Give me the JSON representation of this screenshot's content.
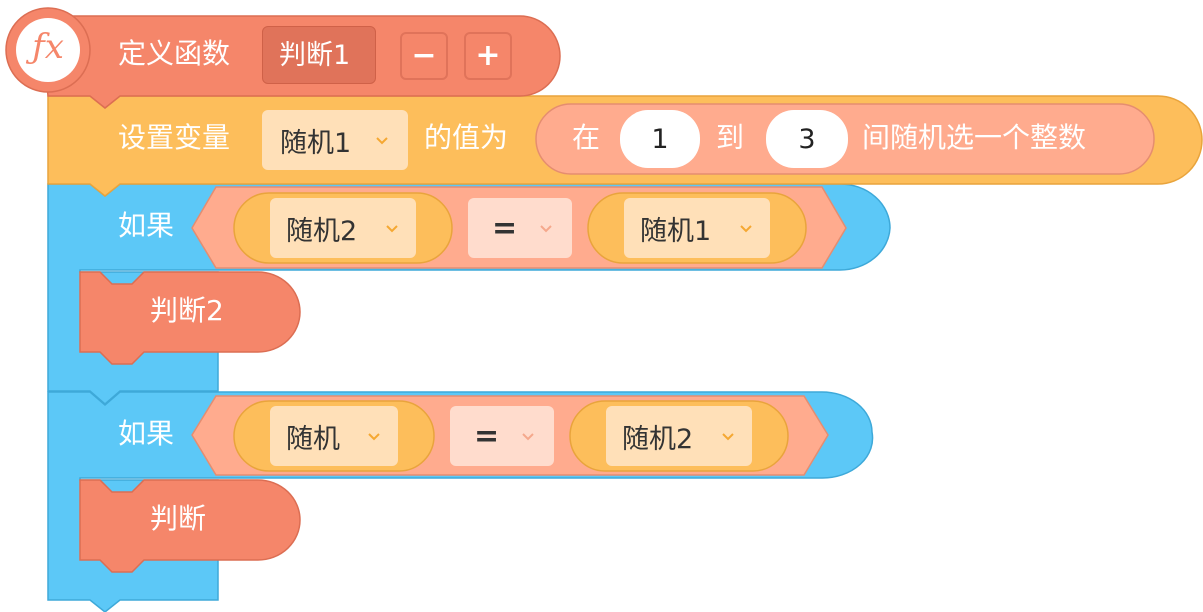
{
  "colors": {
    "define_block": "#f5866a",
    "define_dark": "#e0735a",
    "set_block": "#fdbe5b",
    "if_block": "#5cc8f7",
    "call_block": "#f5866a",
    "condition_bg": "#ffab8e",
    "dropdown_bg": "#ffe0b8",
    "chevron": "#f5a832"
  },
  "define": {
    "icon": "function-icon",
    "icon_text": "ƒx",
    "label": "定义函数",
    "name": "判断1",
    "minus": "−",
    "plus": "+"
  },
  "set_var": {
    "label": "设置变量",
    "variable": "随机1",
    "value_label": "的值为",
    "random": {
      "from_label": "在",
      "from": "1",
      "to_label": "到",
      "to": "3",
      "suffix": "间随机选一个整数"
    }
  },
  "ifs": [
    {
      "label": "如果",
      "left": "随机2",
      "op": "=",
      "right": "随机1",
      "call": "判断2"
    },
    {
      "label": "如果",
      "left": "随机",
      "op": "=",
      "right": "随机2",
      "call": "判断"
    }
  ]
}
